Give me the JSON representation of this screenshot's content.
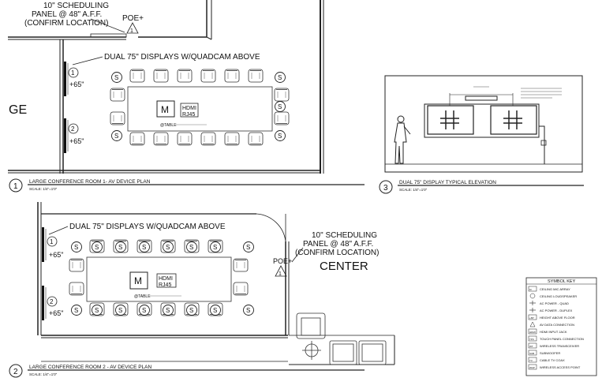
{
  "plan1": {
    "scheduling_note": [
      "10\" SCHEDULING",
      "PANEL @ 48\" A.F.F.",
      "(CONFIRM LOCATION)"
    ],
    "poe_label": "POE+",
    "poe_number": "1",
    "displays_label": "DUAL 75\" DISPLAYS W/QUADCAM ABOVE",
    "room_fragment": "GE",
    "height_labels": [
      "+65\"",
      "+65\""
    ],
    "height_marks": [
      "1",
      "2"
    ],
    "mic_label": "M",
    "hdmi_label": "HDMI",
    "rj45_label": "RJ45",
    "table_note": "@TABLE",
    "caption_number": "1",
    "caption_title": "LARGE CONFERENCE ROOM 1- AV DEVICE PLAN",
    "caption_scale": "SCALE: 1/4\"=1'0\""
  },
  "elevation": {
    "caption_number": "3",
    "caption_title": "DUAL 75\" DISPLAY TYPICAL ELEVATION",
    "caption_scale": "SCALE: 1/4\"=1'0\""
  },
  "plan2": {
    "displays_label": "DUAL 75\" DISPLAYS W/QUADCAM ABOVE",
    "scheduling_note": [
      "10\" SCHEDULING",
      "PANEL @ 48\" A.F.F.",
      "(CONFIRM LOCATION)"
    ],
    "poe_label": "POE+",
    "poe_number": "1",
    "room_label": "CENTER",
    "height_labels": [
      "+65\"",
      "+65\""
    ],
    "height_marks": [
      "1",
      "2"
    ],
    "mic_label": "M",
    "hdmi_label": "HDMI",
    "rj45_label": "RJ45",
    "table_note": "@TABLE",
    "caption_number": "2",
    "caption_title": "LARGE CONFERENCE ROOM 2 - AV DEVICE PLAN",
    "caption_scale": "SCALE: 1/4\"=1'0\""
  },
  "symbol_key": {
    "title": "SYMBOL KEY",
    "items": [
      {
        "icon": "M",
        "label": "CEILING MIC ARRAY"
      },
      {
        "icon": "S",
        "label": "CEILING LOUDSPEAKER"
      },
      {
        "icon": "quad",
        "label": "AC POWER - QUAD"
      },
      {
        "icon": "duplex",
        "label": "AC POWER - DUPLEX"
      },
      {
        "icon": "+65\"",
        "label": "HEIGHT ABOVE FLOOR"
      },
      {
        "icon": "tri",
        "label": "AV DATA CONNECTION"
      },
      {
        "icon": "HDMI",
        "label": "HDMI INPUT JACK"
      },
      {
        "icon": "TPC",
        "label": "TOUCH PANEL CONNECTION"
      },
      {
        "icon": "WT",
        "label": "WIRELESS TRANSCEIVER"
      },
      {
        "icon": "SUB",
        "label": "SUBWOOFER"
      },
      {
        "icon": "TV",
        "label": "CABLE TV COAX"
      },
      {
        "icon": "WAP",
        "label": "WIRELESS ACCESS POINT"
      }
    ]
  }
}
